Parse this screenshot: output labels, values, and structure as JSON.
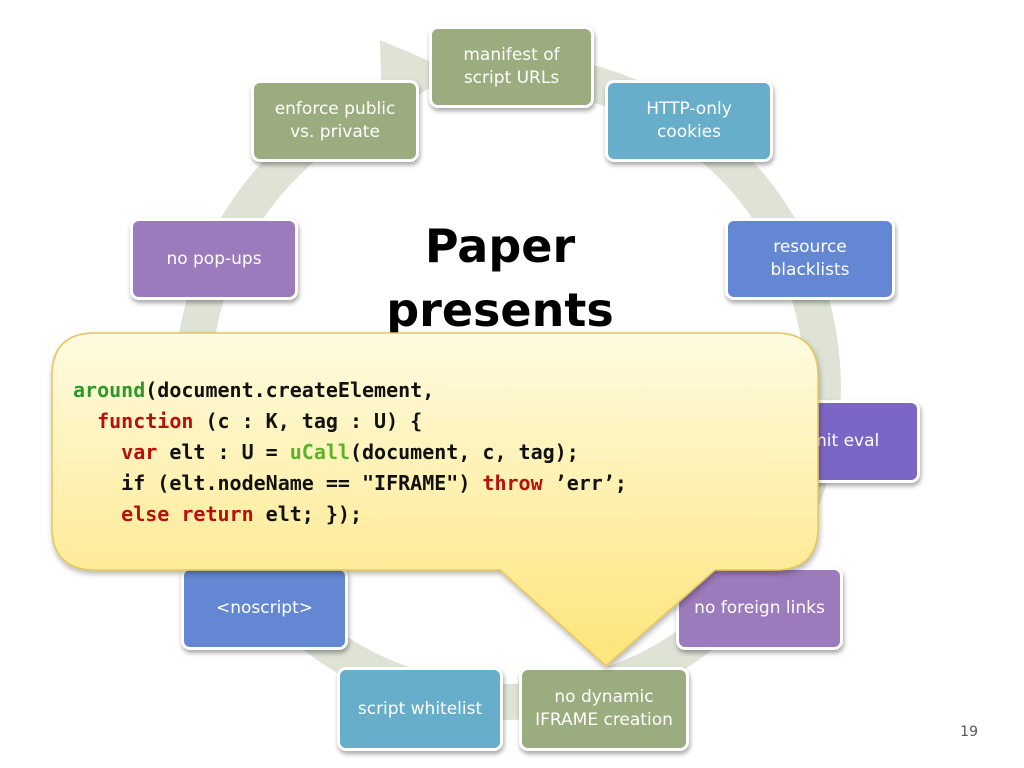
{
  "title": {
    "line1": "Paper",
    "line2": "presents"
  },
  "cycle_items": [
    {
      "label": "manifest of\nscript URLs",
      "color": "#9bac7e"
    },
    {
      "label": "HTTP-only\ncookies",
      "color": "#67aeca"
    },
    {
      "label": "resource\nblacklists",
      "color": "#6387d2"
    },
    {
      "label": "limit eval",
      "color": "#7b66c6"
    },
    {
      "label": "no foreign links",
      "color": "#9c7bbd"
    },
    {
      "label": "no dynamic\nIFRAME creation",
      "color": "#9bac7e"
    },
    {
      "label": "script whitelist",
      "color": "#67aeca"
    },
    {
      "label": "<noscript>",
      "color": "#6387d2"
    },
    {
      "label": "no pop-ups",
      "color": "#9c7bbd"
    },
    {
      "label": "enforce public\nvs. private",
      "color": "#9bac7e"
    }
  ],
  "code": {
    "line1": {
      "kw": "around",
      "rest": "(document.createElement,"
    },
    "line2": {
      "indent": "  ",
      "kw": "function",
      "rest": " (c : K, tag : U) {"
    },
    "line3": {
      "indent": "    ",
      "kw": "var",
      "mid": " elt : U = ",
      "kw2": "uCall",
      "rest": "(document, c, tag);"
    },
    "line4": {
      "indent": "    ",
      "pre": "if (elt.nodeName == \"IFRAME\") ",
      "kw": "throw",
      "rest": " ’err’;"
    },
    "line5": {
      "indent": "    ",
      "kw": "else return",
      "rest": " elt; });"
    }
  },
  "colors": {
    "ring": "#dfe3d6",
    "callout_fill_top": "#fffbe0",
    "callout_fill_bottom": "#fde57a",
    "callout_stroke": "#e6c65a",
    "keyword_green": "#2a9a2a",
    "keyword_red": "#b80f0f",
    "keyword_lime": "#5ab22b"
  },
  "page_number": "19"
}
